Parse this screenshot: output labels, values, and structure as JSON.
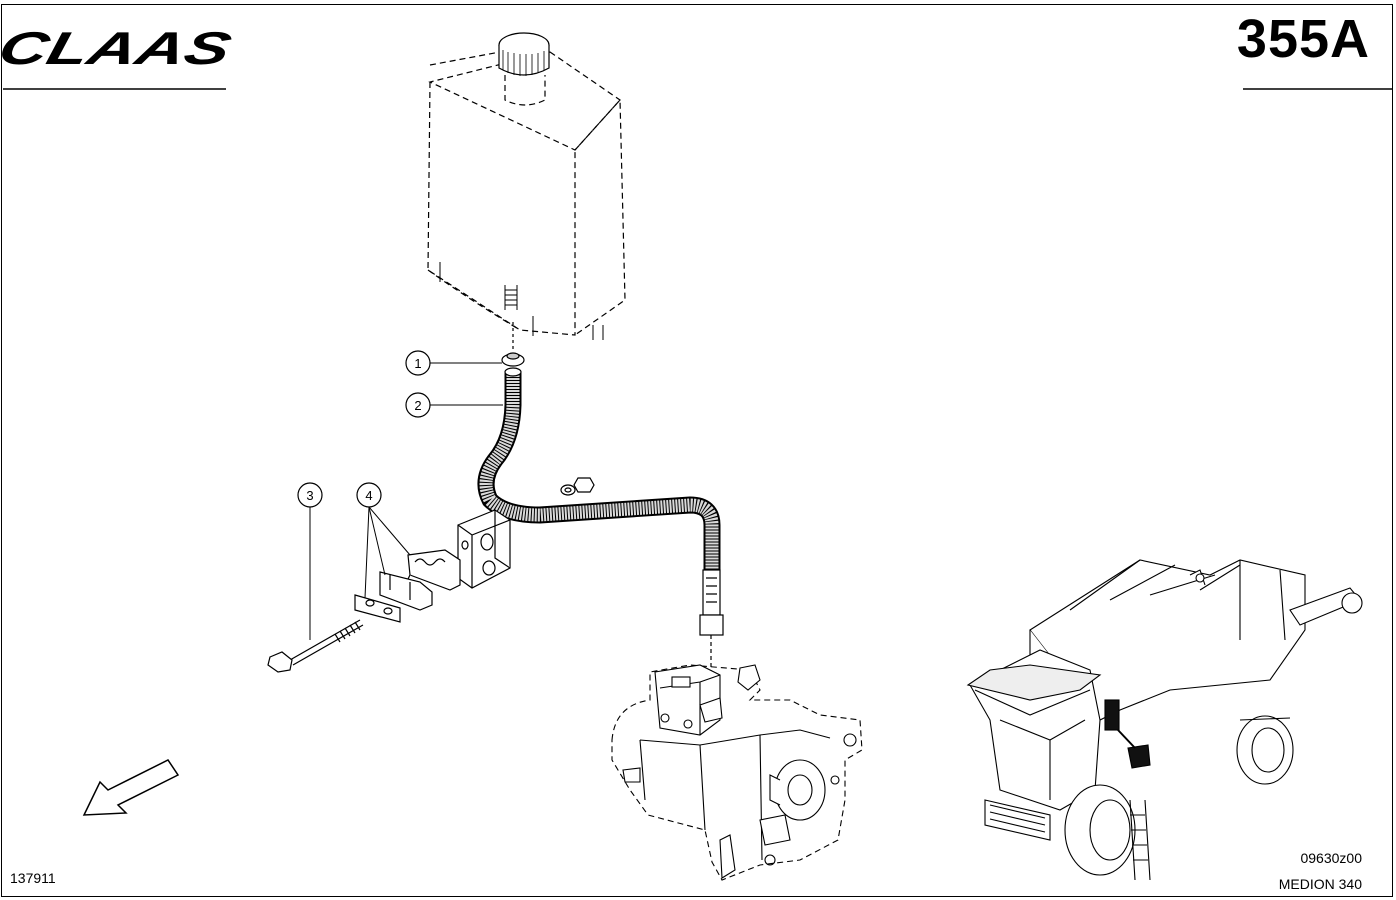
{
  "header": {
    "brand_logo": "CLAAS",
    "page_number": "355A"
  },
  "callouts": [
    "1",
    "2",
    "3",
    "4"
  ],
  "footer": {
    "drawing_number": "137911",
    "image_code": "09630z00",
    "model": "MEDION 340"
  },
  "icons": {
    "direction_arrow": "arrow-down-left-icon"
  }
}
